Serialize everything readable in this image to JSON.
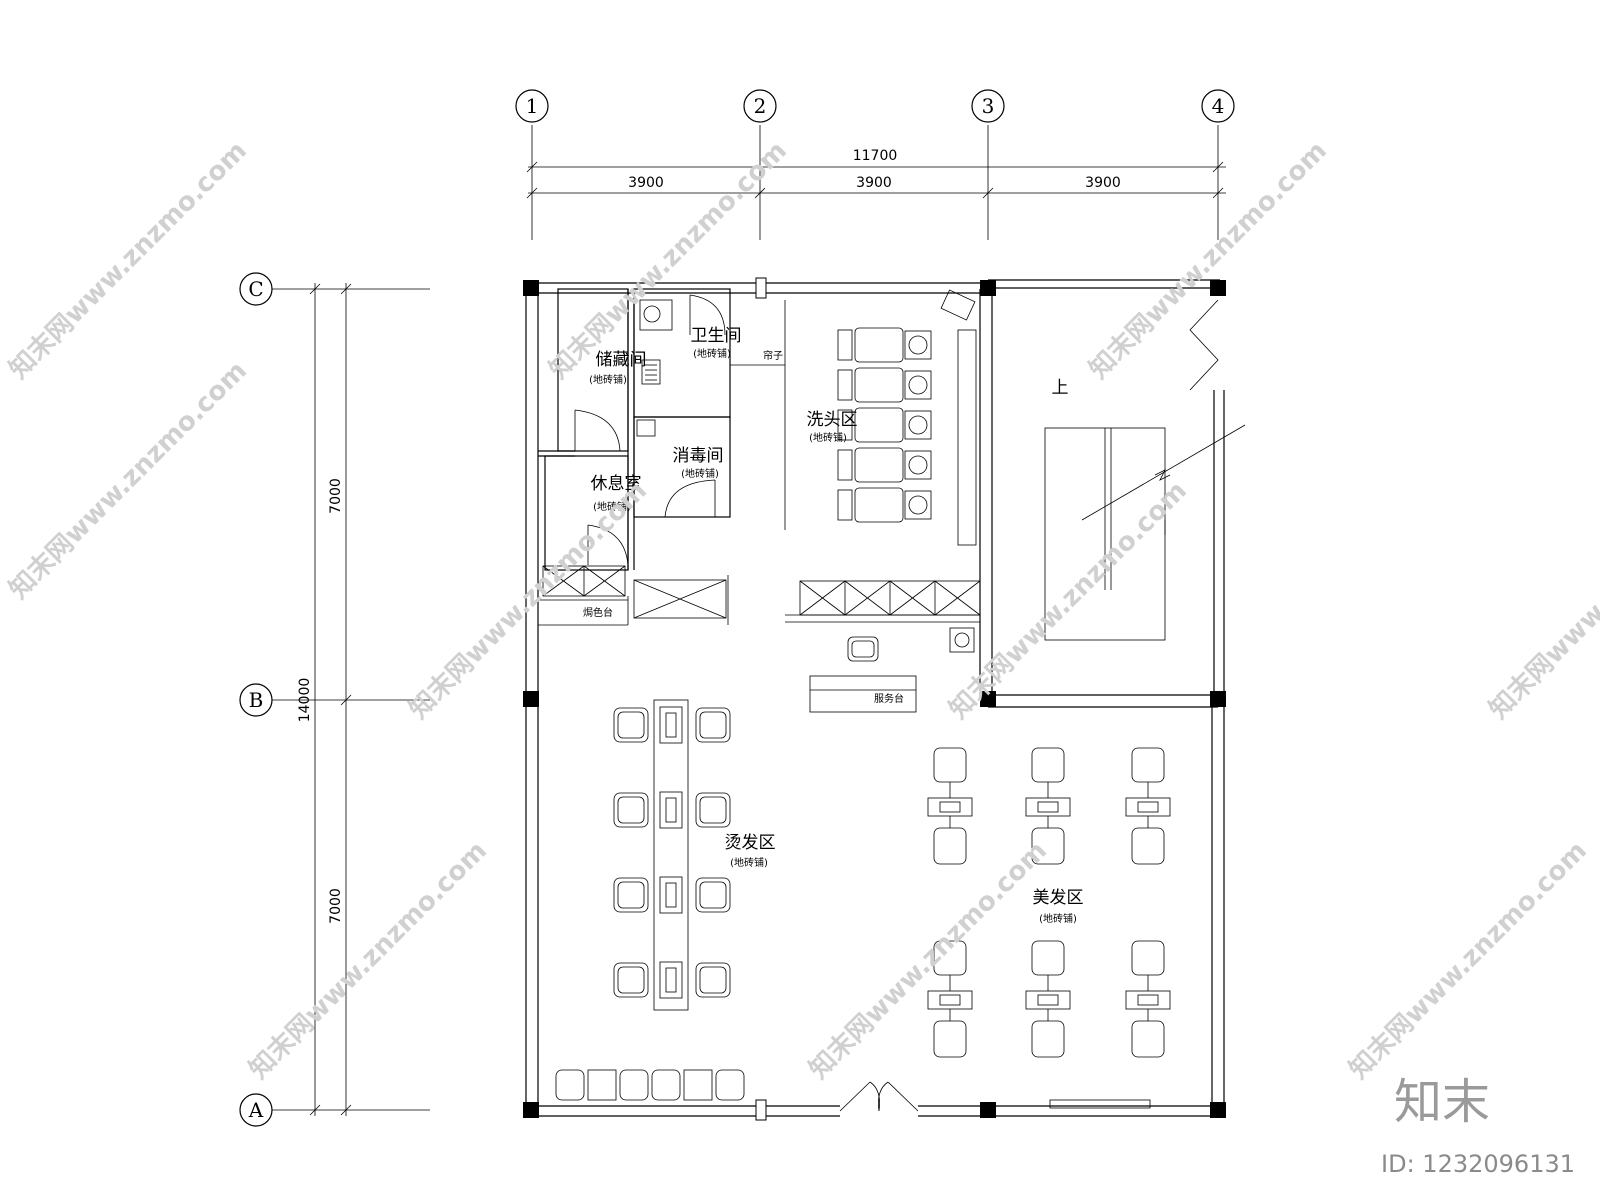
{
  "axes": {
    "columns": [
      "1",
      "2",
      "3",
      "4"
    ],
    "rows": [
      "C",
      "B",
      "A"
    ]
  },
  "dimensions": {
    "total_width": "11700",
    "bay_widths": [
      "3900",
      "3900",
      "3900"
    ],
    "total_depth": "14000",
    "bay_depths": [
      "7000",
      "7000"
    ]
  },
  "rooms": {
    "storage": {
      "name": "储藏间",
      "floor": "(地砖铺)"
    },
    "restroom": {
      "name": "卫生间",
      "floor": "(地砖铺)"
    },
    "curtain": "帘子",
    "disinfection": {
      "name": "消毒间",
      "floor": "(地砖铺)"
    },
    "lounge": {
      "name": "休息室",
      "floor": "(地砖铺)"
    },
    "wash_area": {
      "name": "洗头区",
      "floor": "(地砖铺)"
    },
    "dye_counter": "焗色台",
    "service_desk": "服务台",
    "perm_area": {
      "name": "烫发区",
      "floor": "(地砖铺)"
    },
    "styling_area": {
      "name": "美发区",
      "floor": "(地砖铺)"
    },
    "stair_up": "上"
  },
  "watermark": {
    "brand": "知末",
    "site": "知末网www.znzmo.com",
    "id": "ID: 1232096131"
  }
}
